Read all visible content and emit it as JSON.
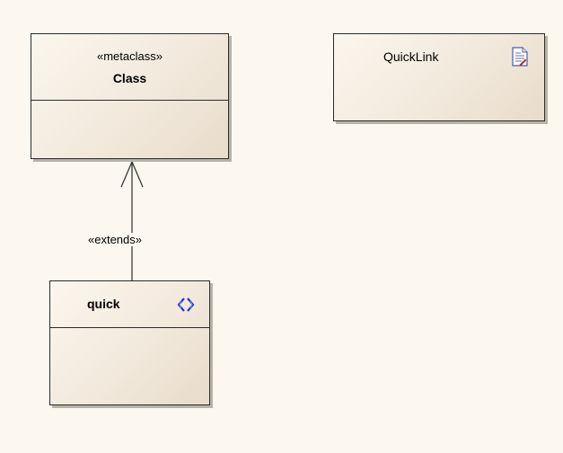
{
  "diagram": {
    "metaclass_element": {
      "stereotype": "«metaclass»",
      "name": "Class"
    },
    "quicklink_element": {
      "name": "QuickLink",
      "icon": "document-icon"
    },
    "stereotype_element": {
      "name": "quick",
      "icon": "stereotype-icon"
    },
    "connector": {
      "label": "«extends»",
      "type": "extension"
    }
  },
  "colors": {
    "background": "#fdf8ef",
    "box_fill_light": "#fbf6ee",
    "box_fill_dark": "#e8dccb",
    "border": "#2b2b2b",
    "icon_blue": "#2233cc"
  }
}
